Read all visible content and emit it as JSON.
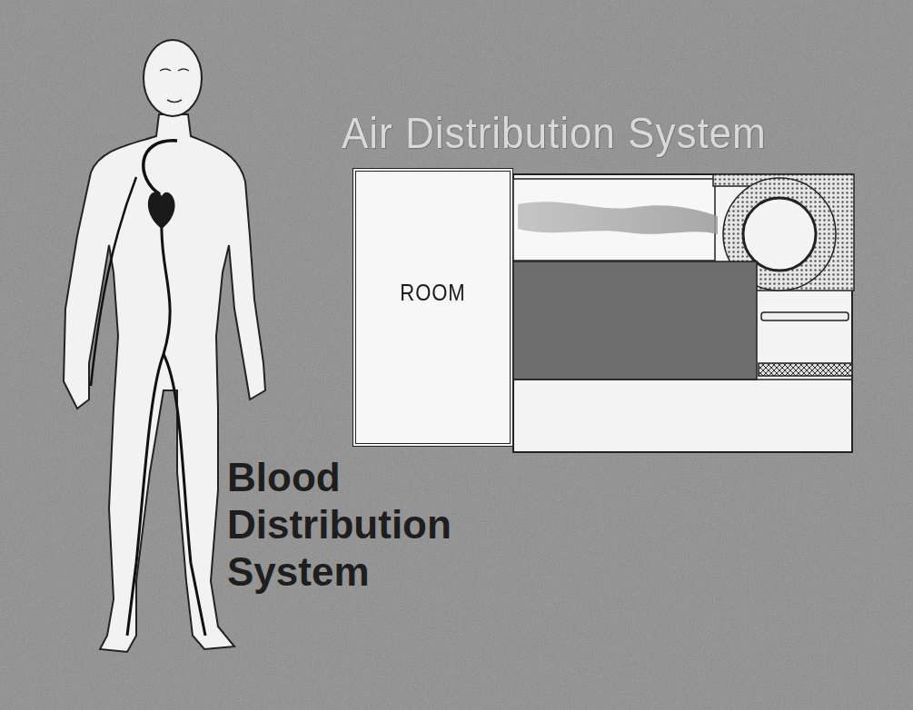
{
  "diagram": {
    "nodes": [
      {
        "text": [
          "ROOM"
        ]
      }
    ],
    "labels": [
      "Air Distribution System",
      "Blood Distribution System"
    ]
  }
}
